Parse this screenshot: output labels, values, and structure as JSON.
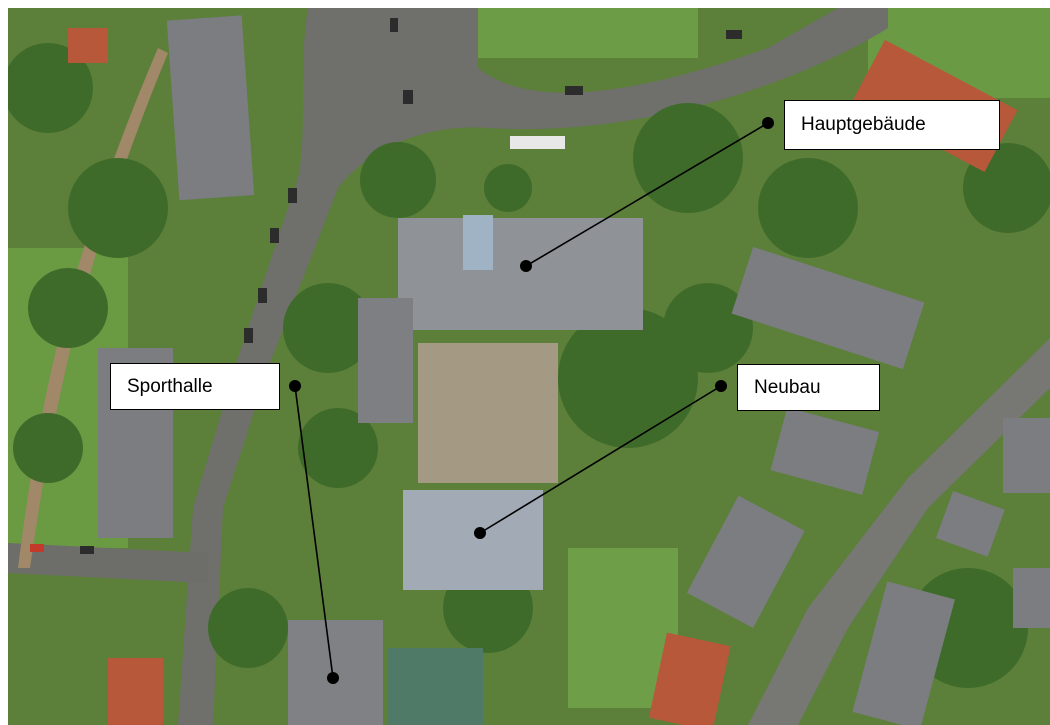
{
  "map": {
    "labels": [
      {
        "id": "hauptgebaeude",
        "text": "Hauptgebäude"
      },
      {
        "id": "sporthalle",
        "text": "Sporthalle"
      },
      {
        "id": "neubau",
        "text": "Neubau"
      }
    ],
    "colors": {
      "grass": "#5e8a3c",
      "tree": "#3f6b2a",
      "road": "#6f6f6c",
      "roof_gray": "#8a8d92",
      "roof_red": "#b8583a",
      "yard": "#a49a84",
      "leader_line": "#000000"
    }
  }
}
